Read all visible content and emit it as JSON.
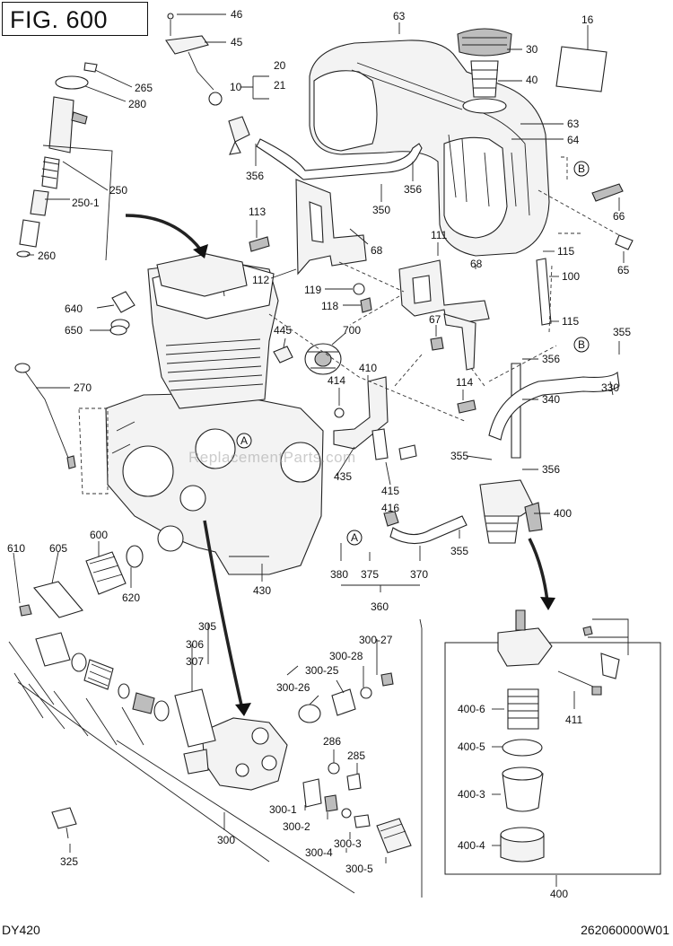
{
  "figure": {
    "title": "FIG. 600"
  },
  "footer": {
    "model": "DY420",
    "drawing_code": "262060000W01"
  },
  "watermark": "ReplacementParts.com",
  "callouts": {
    "c46": "46",
    "c45": "45",
    "c63a": "63",
    "c16": "16",
    "c30": "30",
    "c20": "20",
    "c21": "21",
    "c10": "10",
    "c40": "40",
    "c265": "265",
    "c280": "280",
    "c63b": "63",
    "c64": "64",
    "c356a": "356",
    "c356b": "356",
    "c350": "350",
    "c250": "250",
    "c250_1": "250-1",
    "c66": "66",
    "c113": "113",
    "c260": "260",
    "c68a": "68",
    "c111": "111",
    "c115a": "115",
    "c68b": "68",
    "c65": "65",
    "c112": "112",
    "c100": "100",
    "c119": "119",
    "c640": "640",
    "c118": "118",
    "c650": "650",
    "c445": "445",
    "c700": "700",
    "c67": "67",
    "c115b": "115",
    "c355a": "355",
    "c270": "270",
    "c410": "410",
    "c356c": "356",
    "c414": "414",
    "c114": "114",
    "c330": "330",
    "c340": "340",
    "c355b": "355",
    "c356d": "356",
    "c435": "435",
    "c415": "415",
    "c416": "416",
    "c400a": "400",
    "c610": "610",
    "c605": "605",
    "c600": "600",
    "c380": "380",
    "c375": "375",
    "c370": "370",
    "c355c": "355",
    "c620": "620",
    "c430": "430",
    "c360": "360",
    "c305": "305",
    "c306": "306",
    "c307": "307",
    "c300_27": "300-27",
    "c300_28": "300-28",
    "c300_25": "300-25",
    "c300_26": "300-26",
    "c400_6": "400-6",
    "c411": "411",
    "c286": "286",
    "c285": "285",
    "c400_5": "400-5",
    "c400_3": "400-3",
    "c300_1": "300-1",
    "c300_2": "300-2",
    "c300_3": "300-3",
    "c300_4": "300-4",
    "c300_5": "300-5",
    "c400_4": "400-4",
    "c300": "300",
    "c325": "325",
    "c400b": "400"
  },
  "reference_markers": {
    "ref_a1": "A",
    "ref_a2": "A",
    "ref_b1": "B",
    "ref_b2": "B"
  }
}
